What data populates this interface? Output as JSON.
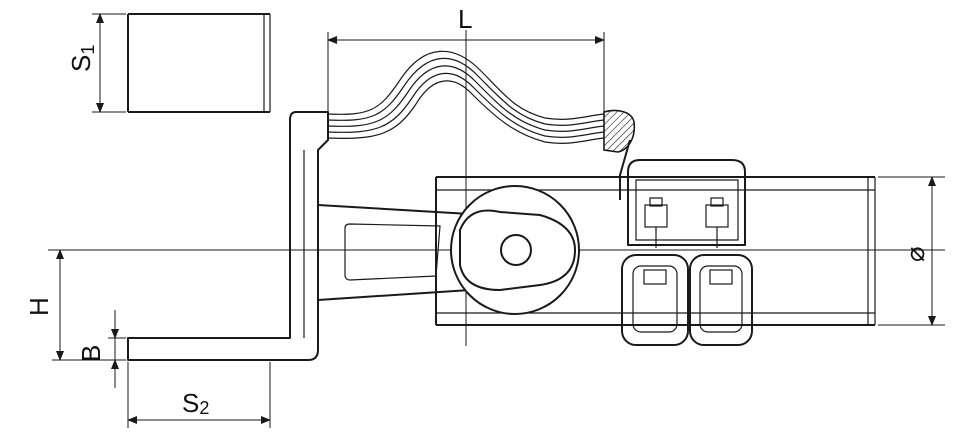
{
  "labels": {
    "length": "L",
    "s1_main": "S",
    "s1_sub": "1",
    "s2_main": "S",
    "s2_sub": "2",
    "height": "H",
    "thickness": "B",
    "diameter": "⌀"
  },
  "colors": {
    "line": "#1a1a1a",
    "background": "#ffffff"
  }
}
